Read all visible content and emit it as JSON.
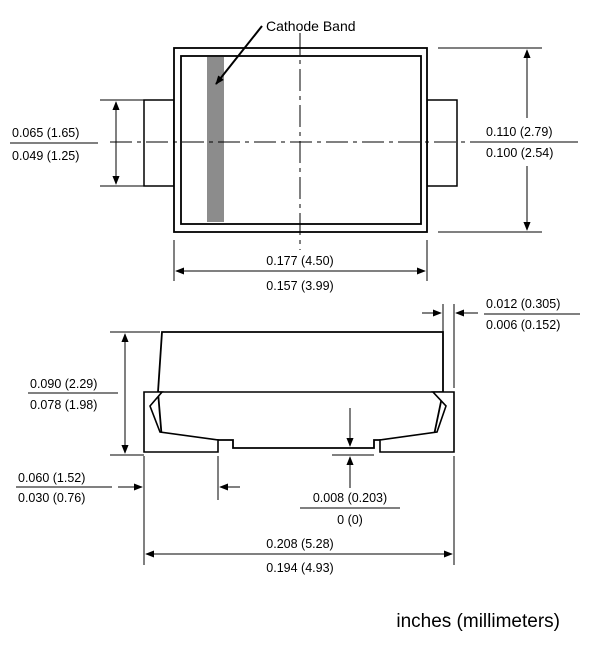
{
  "callouts": {
    "cathode_band": "Cathode Band"
  },
  "top_view": {
    "lead_width": {
      "max": "0.065 (1.65)",
      "min": "0.049 (1.25)"
    },
    "body_width": {
      "max": "0.110 (2.79)",
      "min": "0.100 (2.54)"
    },
    "body_length": {
      "max": "0.177 (4.50)",
      "min": "0.157 (3.99)"
    }
  },
  "side_view": {
    "lead_thickness": {
      "max": "0.012 (0.305)",
      "min": "0.006 (0.152)"
    },
    "height": {
      "max": "0.090 (2.29)",
      "min": "0.078 (1.98)"
    },
    "lead_length": {
      "max": "0.060 (1.52)",
      "min": "0.030 (0.76)"
    },
    "standoff": {
      "max": "0.008 (0.203)",
      "min": "0 (0)"
    },
    "overall_length": {
      "max": "0.208 (5.28)",
      "min": "0.194 (4.93)"
    }
  },
  "units_note": "inches (millimeters)",
  "colors": {
    "band": "#8c8c8c",
    "line": "#000000",
    "background": "#ffffff"
  }
}
